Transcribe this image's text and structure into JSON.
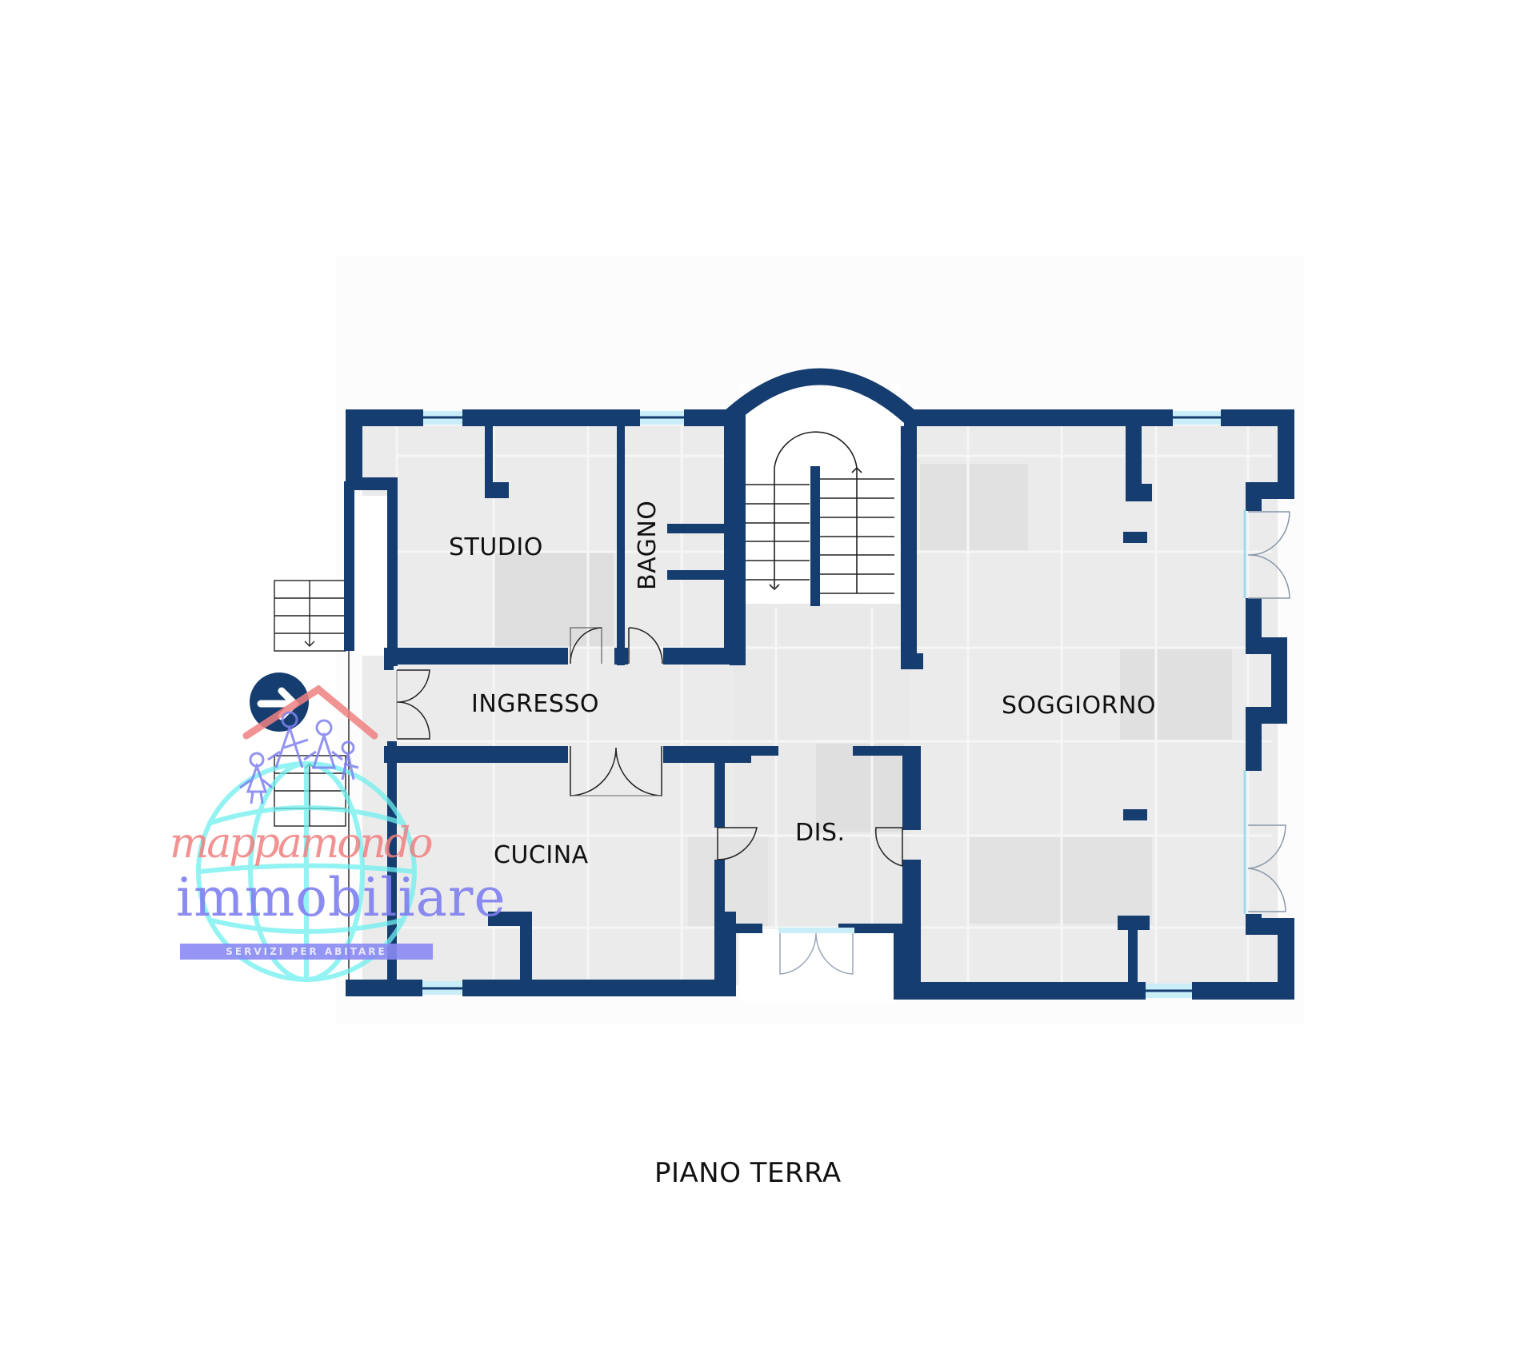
{
  "plan": {
    "title": "PIANO TERRA",
    "colors": {
      "wall": "#163d70",
      "floor": "#e8e8e8",
      "floor_dark": "#dcdcdc",
      "window": "#c9eef8",
      "background": "#ffffff",
      "line": "#222222"
    },
    "rooms": [
      {
        "id": "studio",
        "label": "STUDIO"
      },
      {
        "id": "bagno",
        "label": "BAGNO"
      },
      {
        "id": "ingresso",
        "label": "INGRESSO"
      },
      {
        "id": "soggiorno",
        "label": "SOGGIORNO"
      },
      {
        "id": "cucina",
        "label": "CUCINA"
      },
      {
        "id": "dis",
        "label": "DIS."
      }
    ]
  },
  "watermark": {
    "script": "mappamondo",
    "main": "immobiliare",
    "tagline": "SERVIZI PER ABITARE",
    "colors": {
      "script": "#f08080",
      "main": "#7f7ff0",
      "globe": "#6ff0f0",
      "arrow_badge": "#163d70"
    }
  }
}
